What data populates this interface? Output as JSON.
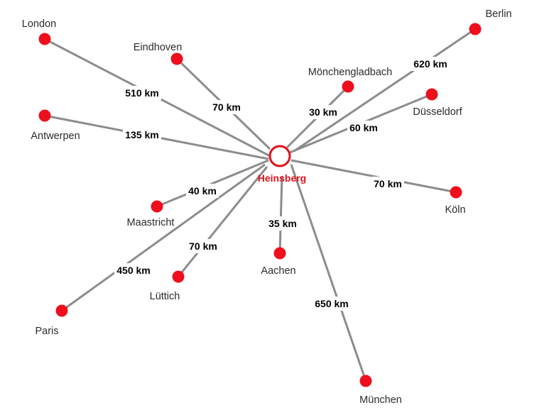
{
  "hub": {
    "name": "Heinsberg",
    "color": "#e0101a"
  },
  "colors": {
    "city_dot": "#ee0e1c",
    "connector": "#8c8c8c",
    "hub_ring": "#e0101a"
  },
  "connections": [
    {
      "id": "london",
      "city": "London",
      "distance": "510 km"
    },
    {
      "id": "eindhoven",
      "city": "Eindhoven",
      "distance": "70 km"
    },
    {
      "id": "antwerpen",
      "city": "Antwerpen",
      "distance": "135 km"
    },
    {
      "id": "maastricht",
      "city": "Maastricht",
      "distance": "40 km"
    },
    {
      "id": "paris",
      "city": "Paris",
      "distance": "450 km"
    },
    {
      "id": "luettich",
      "city": "Lüttich",
      "distance": "70 km"
    },
    {
      "id": "aachen",
      "city": "Aachen",
      "distance": "35 km"
    },
    {
      "id": "muenchen",
      "city": "München",
      "distance": "650 km"
    },
    {
      "id": "koeln",
      "city": "Köln",
      "distance": "70 km"
    },
    {
      "id": "duesseldorf",
      "city": "Düsseldorf",
      "distance": "60 km"
    },
    {
      "id": "moenchengladbach",
      "city": "Mönchengladbach",
      "distance": "30 km"
    },
    {
      "id": "berlin",
      "city": "Berlin",
      "distance": "620 km"
    }
  ]
}
